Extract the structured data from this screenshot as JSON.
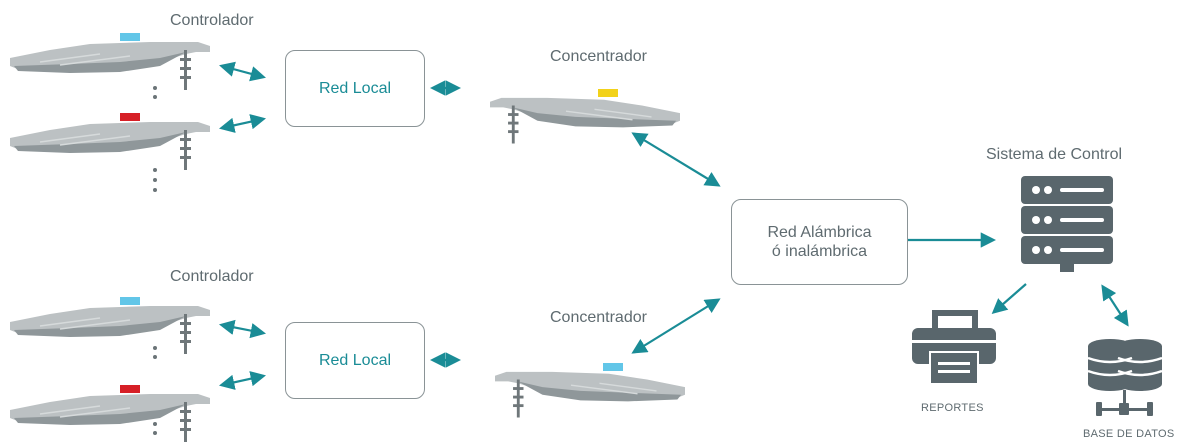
{
  "labels": {
    "controlador_top": "Controlador",
    "controlador_bottom": "Controlador",
    "concentrador_top": "Concentrador",
    "concentrador_bottom": "Concentrador",
    "sistema": "Sistema de Control",
    "reportes": "REPORTES",
    "base_datos": "BASE DE DATOS"
  },
  "boxes": {
    "red_local_top": "Red Local",
    "red_local_bottom": "Red Local",
    "red_alambrica_line1": "Red Alámbrica",
    "red_alambrica_line2": "ó inalámbrica"
  },
  "colors": {
    "arrow": "#1a8c96",
    "lamp_body": "#b9bec0",
    "lamp_pole": "#6f777a",
    "module_blue": "#62c6e8",
    "module_red": "#d61f26",
    "module_yellow": "#f2d21a",
    "icon": "#59666c"
  },
  "icons": [
    "streetlight-icon",
    "server-icon",
    "printer-icon",
    "database-icon"
  ]
}
